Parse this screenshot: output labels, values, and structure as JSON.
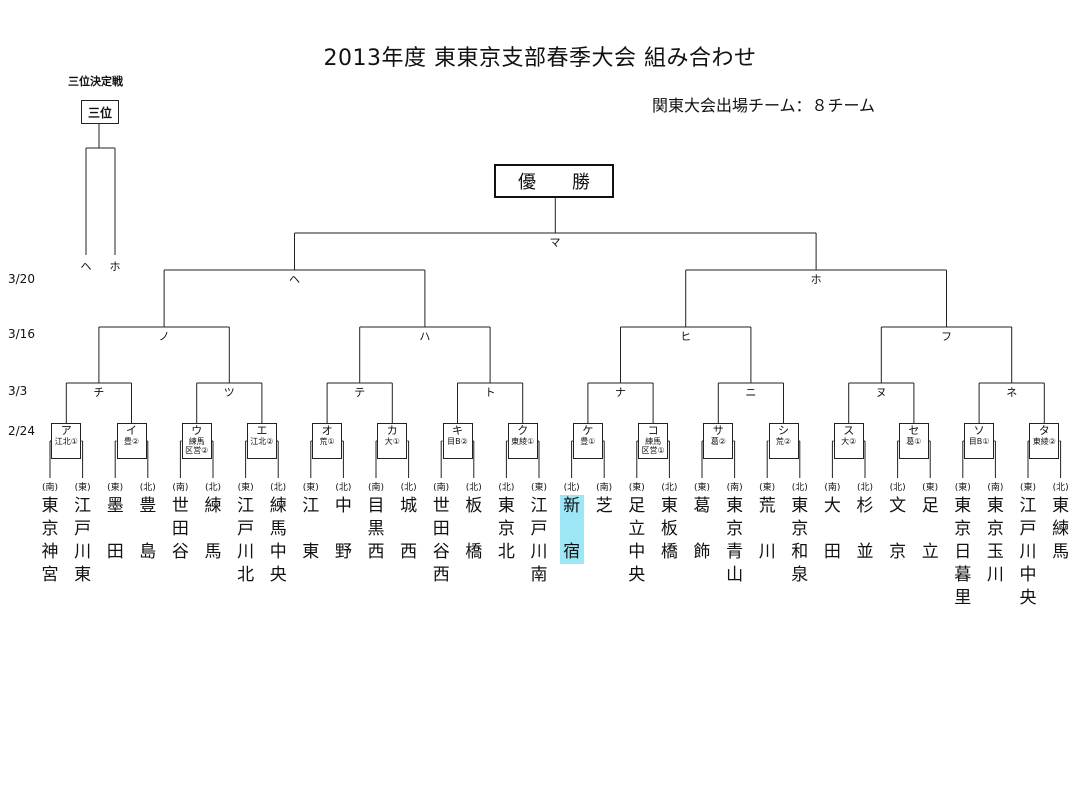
{
  "title": "2013年度 東東京支部春季大会 組み合わせ",
  "subtitle": "関東大会出場チーム：８チーム",
  "third_place": {
    "label": "三位決定戦",
    "box": "三位",
    "left": "ヘ",
    "right": "ホ"
  },
  "winner": {
    "char1": "優",
    "char2": "勝"
  },
  "dates": [
    "3/20",
    "3/16",
    "3/3",
    "2/24"
  ],
  "final": "マ",
  "semis": [
    "ヘ",
    "ホ"
  ],
  "quarters": [
    "ノ",
    "ハ",
    "ヒ",
    "フ"
  ],
  "round2": [
    "チ",
    "ツ",
    "テ",
    "ト",
    "ナ",
    "ニ",
    "ヌ",
    "ネ"
  ],
  "round1": [
    {
      "letter": "ア",
      "note": "江北①"
    },
    {
      "letter": "イ",
      "note": "豊②"
    },
    {
      "letter": "ウ",
      "note": "練馬\n区営②"
    },
    {
      "letter": "エ",
      "note": "江北②"
    },
    {
      "letter": "オ",
      "note": "荒①"
    },
    {
      "letter": "カ",
      "note": "大①"
    },
    {
      "letter": "キ",
      "note": "目B②"
    },
    {
      "letter": "ク",
      "note": "東綾①"
    },
    {
      "letter": "ケ",
      "note": "豊①"
    },
    {
      "letter": "コ",
      "note": "練馬\n区営①"
    },
    {
      "letter": "サ",
      "note": "葛②"
    },
    {
      "letter": "シ",
      "note": "荒②"
    },
    {
      "letter": "ス",
      "note": "大②"
    },
    {
      "letter": "セ",
      "note": "葛①"
    },
    {
      "letter": "ソ",
      "note": "目B①"
    },
    {
      "letter": "タ",
      "note": "東綾②"
    }
  ],
  "teams": [
    {
      "region": "(南)",
      "name": "東京神宮"
    },
    {
      "region": "(東)",
      "name": "江戸川東"
    },
    {
      "region": "(東)",
      "name": "墨　田"
    },
    {
      "region": "(北)",
      "name": "豊　島"
    },
    {
      "region": "(南)",
      "name": "世田谷"
    },
    {
      "region": "(北)",
      "name": "練　馬"
    },
    {
      "region": "(東)",
      "name": "江戸川北"
    },
    {
      "region": "(北)",
      "name": "練馬中央"
    },
    {
      "region": "(東)",
      "name": "江　東"
    },
    {
      "region": "(北)",
      "name": "中　野"
    },
    {
      "region": "(南)",
      "name": "目黒西"
    },
    {
      "region": "(北)",
      "name": "城　西"
    },
    {
      "region": "(南)",
      "name": "世田谷西"
    },
    {
      "region": "(北)",
      "name": "板　橋"
    },
    {
      "region": "(北)",
      "name": "東京北"
    },
    {
      "region": "(東)",
      "name": "江戸川南"
    },
    {
      "region": "(北)",
      "name": "新　宿",
      "highlight": true
    },
    {
      "region": "(南)",
      "name": "芝"
    },
    {
      "region": "(東)",
      "name": "足立中央"
    },
    {
      "region": "(北)",
      "name": "東板橋"
    },
    {
      "region": "(東)",
      "name": "葛　飾"
    },
    {
      "region": "(南)",
      "name": "東京青山"
    },
    {
      "region": "(東)",
      "name": "荒　川"
    },
    {
      "region": "(北)",
      "name": "東京和泉"
    },
    {
      "region": "(南)",
      "name": "大　田"
    },
    {
      "region": "(北)",
      "name": "杉　並"
    },
    {
      "region": "(北)",
      "name": "文　京"
    },
    {
      "region": "(東)",
      "name": "足　立"
    },
    {
      "region": "(東)",
      "name": "東京日暮里"
    },
    {
      "region": "(南)",
      "name": "東京玉川"
    },
    {
      "region": "(東)",
      "name": "江戸川中央"
    },
    {
      "region": "(北)",
      "name": "東練馬"
    }
  ],
  "colors": {
    "highlight": "#9de6f5",
    "line": "#222222"
  }
}
